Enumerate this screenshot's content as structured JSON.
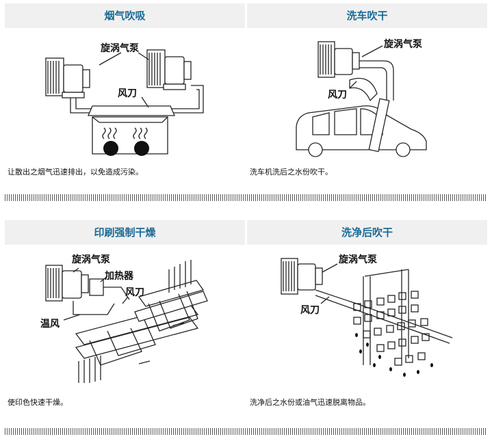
{
  "panels": [
    {
      "title": "烟气吹吸",
      "caption": "让散出之烟气迅速排出，以免造成污染。",
      "labels": {
        "blower": "旋涡气泵",
        "knife": "风刀"
      }
    },
    {
      "title": "洗车吹干",
      "caption": "洗车机洗后之水份吹干。",
      "labels": {
        "blower": "旋涡气泵",
        "knife": "风刀"
      }
    },
    {
      "title": "印刷强制干燥",
      "caption": "使印色快速干燥。",
      "labels": {
        "blower": "旋涡气泵",
        "heater": "加热器",
        "knife": "风刀",
        "warm": "温风"
      }
    },
    {
      "title": "洗净后吹干",
      "caption": "洗净后之水份或油气迅速脱离物品。",
      "labels": {
        "blower": "旋涡气泵",
        "knife": "风刀"
      }
    }
  ]
}
